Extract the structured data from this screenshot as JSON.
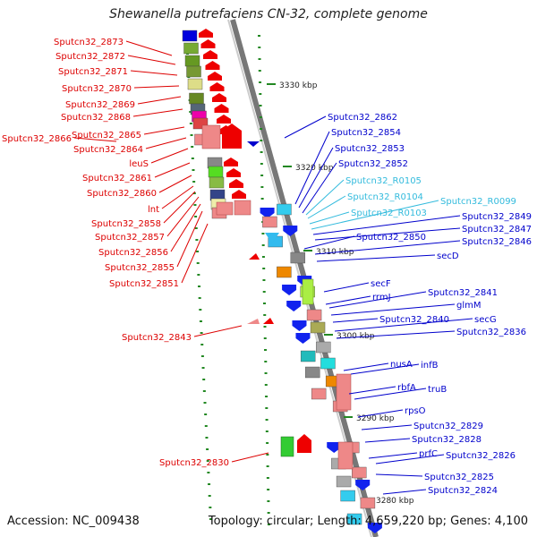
{
  "title": "Shewanella putrefaciens CN-32, complete genome",
  "footer": {
    "accession": "Accession: NC_009438",
    "topology": "Topology: circular; Length: 4,659,220 bp; Genes: 4,100"
  },
  "colors": {
    "label_red": "#dd0000",
    "label_blue": "#0000cc",
    "label_cyan": "#33bbdd",
    "backbone": "#888888",
    "tick": "#228822"
  },
  "kbp_labels": [
    "3330 kbp",
    "3320 kbp",
    "3310 kbp",
    "3300 kbp",
    "3290 kbp",
    "3280 kbp"
  ],
  "left_labels": [
    "Sputcn32_2873",
    "Sputcn32_2872",
    "Sputcn32_2871",
    "Sputcn32_2870",
    "Sputcn32_2869",
    "Sputcn32_2868",
    "Sputcn32_2866",
    "Sputcn32_2865",
    "Sputcn32_2864",
    "leuS",
    "Sputcn32_2861",
    "Sputcn32_2860",
    "lnt",
    "Sputcn32_2858",
    "Sputcn32_2857",
    "Sputcn32_2856",
    "Sputcn32_2855",
    "Sputcn32_2851",
    "Sputcn32_2843",
    "Sputcn32_2830"
  ],
  "right_labels": [
    {
      "text": "Sputcn32_2862",
      "color": "blue"
    },
    {
      "text": "Sputcn32_2854",
      "color": "blue"
    },
    {
      "text": "Sputcn32_2853",
      "color": "blue"
    },
    {
      "text": "Sputcn32_2852",
      "color": "blue"
    },
    {
      "text": "Sputcn32_R0105",
      "color": "cyan"
    },
    {
      "text": "Sputcn32_R0104",
      "color": "cyan"
    },
    {
      "text": "Sputcn32_R0103",
      "color": "cyan"
    },
    {
      "text": "Sputcn32_R0099",
      "color": "cyan"
    },
    {
      "text": "Sputcn32_2849",
      "color": "blue"
    },
    {
      "text": "Sputcn32_2847",
      "color": "blue"
    },
    {
      "text": "Sputcn32_2850",
      "color": "blue"
    },
    {
      "text": "Sputcn32_2846",
      "color": "blue"
    },
    {
      "text": "secD",
      "color": "blue"
    },
    {
      "text": "secF",
      "color": "blue"
    },
    {
      "text": "rrmJ",
      "color": "blue"
    },
    {
      "text": "Sputcn32_2841",
      "color": "blue"
    },
    {
      "text": "glmM",
      "color": "blue"
    },
    {
      "text": "Sputcn32_2840",
      "color": "blue"
    },
    {
      "text": "secG",
      "color": "blue"
    },
    {
      "text": "Sputcn32_2836",
      "color": "blue"
    },
    {
      "text": "nusA",
      "color": "blue"
    },
    {
      "text": "infB",
      "color": "blue"
    },
    {
      "text": "rbfA",
      "color": "blue"
    },
    {
      "text": "truB",
      "color": "blue"
    },
    {
      "text": "rpsO",
      "color": "blue"
    },
    {
      "text": "Sputcn32_2829",
      "color": "blue"
    },
    {
      "text": "Sputcn32_2828",
      "color": "blue"
    },
    {
      "text": "prfC",
      "color": "blue"
    },
    {
      "text": "Sputcn32_2826",
      "color": "blue"
    },
    {
      "text": "Sputcn32_2825",
      "color": "blue"
    },
    {
      "text": "Sputcn32_2824",
      "color": "blue"
    }
  ]
}
